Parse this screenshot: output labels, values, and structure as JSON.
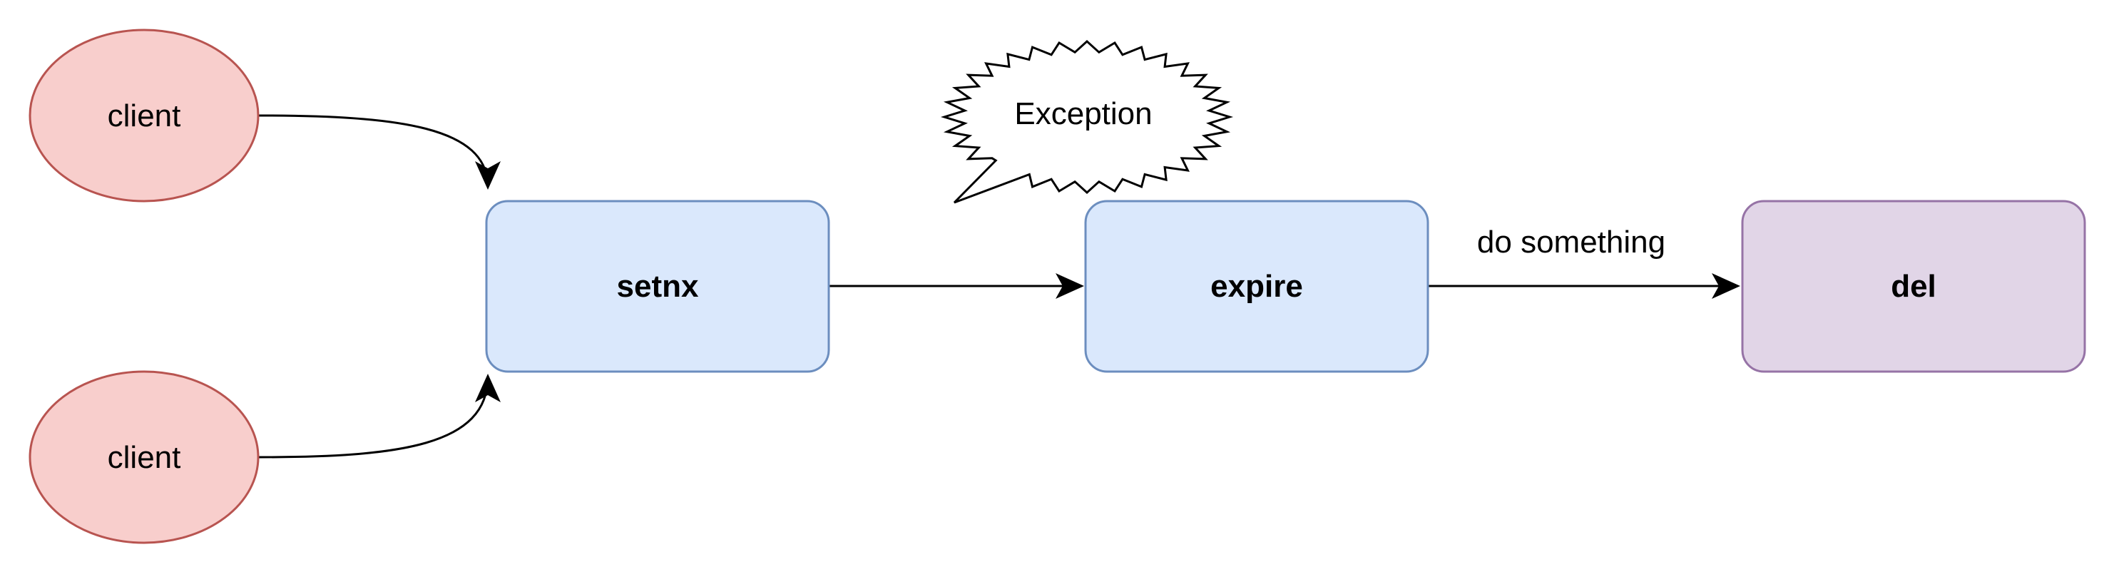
{
  "nodes": {
    "client_top": {
      "label": "client"
    },
    "client_bottom": {
      "label": "client"
    },
    "setnx": {
      "label": "setnx"
    },
    "expire": {
      "label": "expire"
    },
    "del": {
      "label": "del"
    }
  },
  "callout": {
    "label": "Exception"
  },
  "edges": {
    "expire_to_del": {
      "label": "do something"
    }
  },
  "colors": {
    "client_fill": "#f8cecc",
    "client_stroke": "#b85450",
    "blue_fill": "#dae8fc",
    "blue_stroke": "#6c8ebf",
    "purple_fill": "#e1d5e7",
    "purple_stroke": "#9673a6",
    "edge": "#000000"
  }
}
